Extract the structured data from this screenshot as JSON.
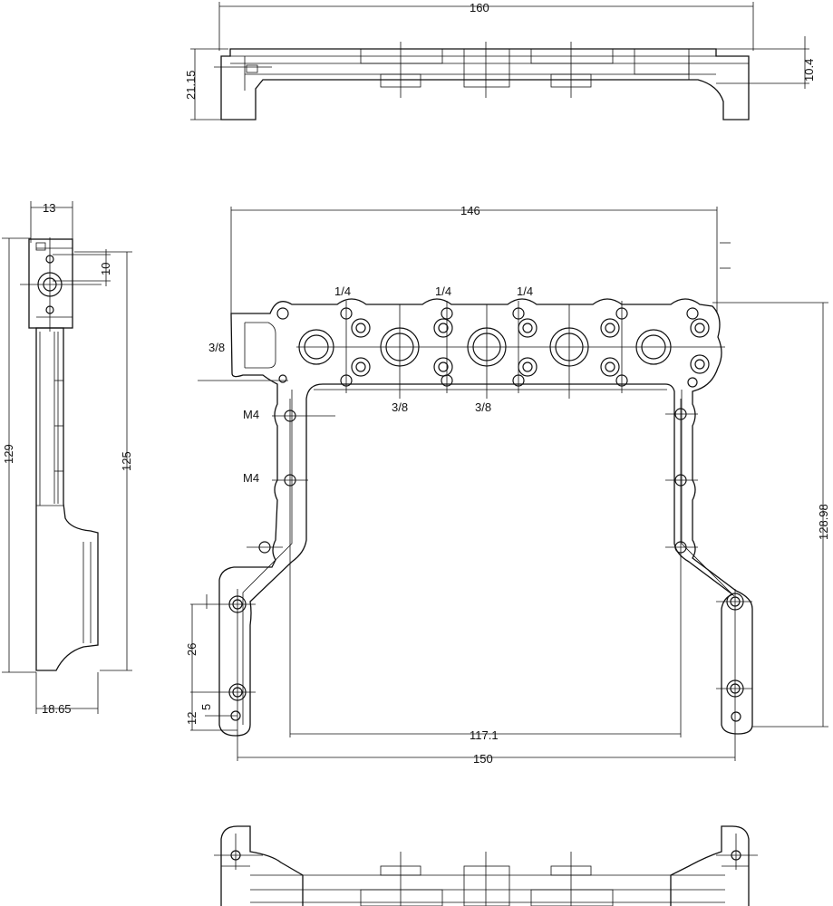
{
  "dimensions": {
    "top_width": "160",
    "top_height": "21.15",
    "top_offset": "10.4",
    "side_width": "13",
    "side_hole": "10",
    "side_total_height": "129",
    "side_height": "125",
    "side_depth": "18.65",
    "front_top_width": "146",
    "front_overall_height": "128.98",
    "front_inner_width": "117.1",
    "front_base_width": "150",
    "front_slot_pitch": "26",
    "front_bottom_offset": "12",
    "front_hole_offset": "5"
  },
  "thread_labels": {
    "quarter_1": "1/4",
    "quarter_2": "1/4",
    "quarter_3": "1/4",
    "three_eighths_left": "3/8",
    "three_eighths_a": "3/8",
    "three_eighths_b": "3/8",
    "m4_upper": "M4",
    "m4_lower": "M4"
  }
}
